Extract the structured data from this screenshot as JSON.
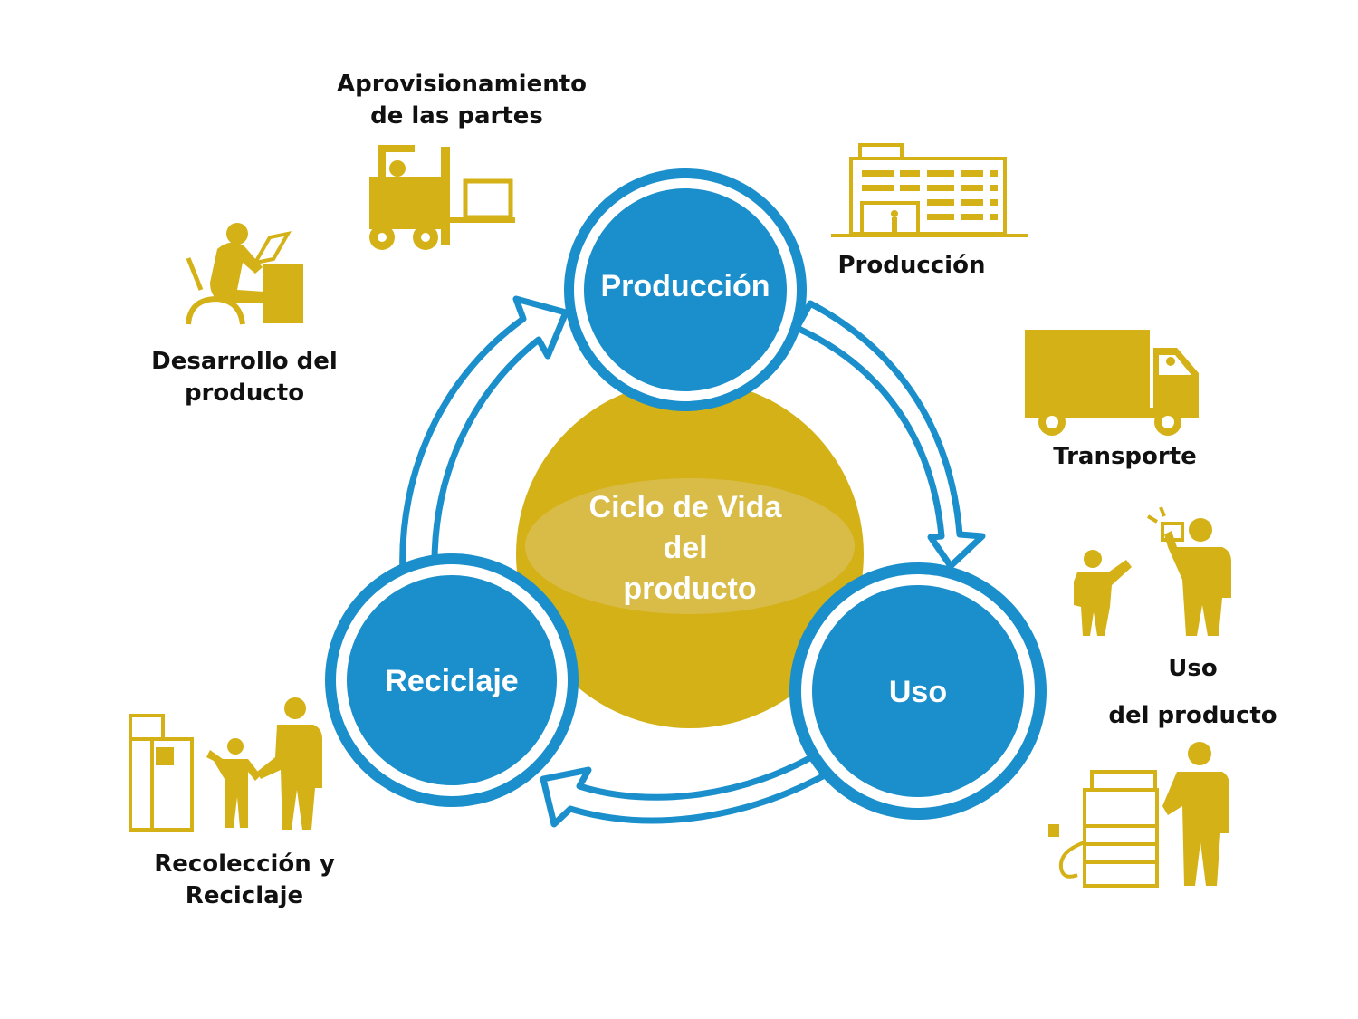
{
  "colors": {
    "blue": "#1B8FCB",
    "gold": "#D4B116",
    "gold_light": "#D8BC4A",
    "ink": "#111111"
  },
  "center": {
    "line1": "Ciclo de Vida",
    "line2": "del",
    "line3": "producto"
  },
  "stages": {
    "produccion": "Producción",
    "uso": "Uso",
    "reciclaje": "Reciclaje"
  },
  "labels": {
    "aprovisionamiento": {
      "line1": "Aprovisionamiento",
      "line2": "de las partes"
    },
    "produccion": "Producción",
    "desarrollo": {
      "line1": "Desarrollo del",
      "line2": "producto"
    },
    "transporte": "Transporte",
    "uso": {
      "line1": "Uso",
      "line2": "del producto"
    },
    "recoleccion": {
      "line1": "Recolección y",
      "line2": "Reciclaje"
    }
  },
  "icons": [
    "forklift-icon",
    "factory-icon",
    "designer-at-desk-icon",
    "delivery-truck-icon",
    "people-with-device-icon",
    "person-with-copier-icon",
    "recycling-kiosk-with-people-icon"
  ]
}
